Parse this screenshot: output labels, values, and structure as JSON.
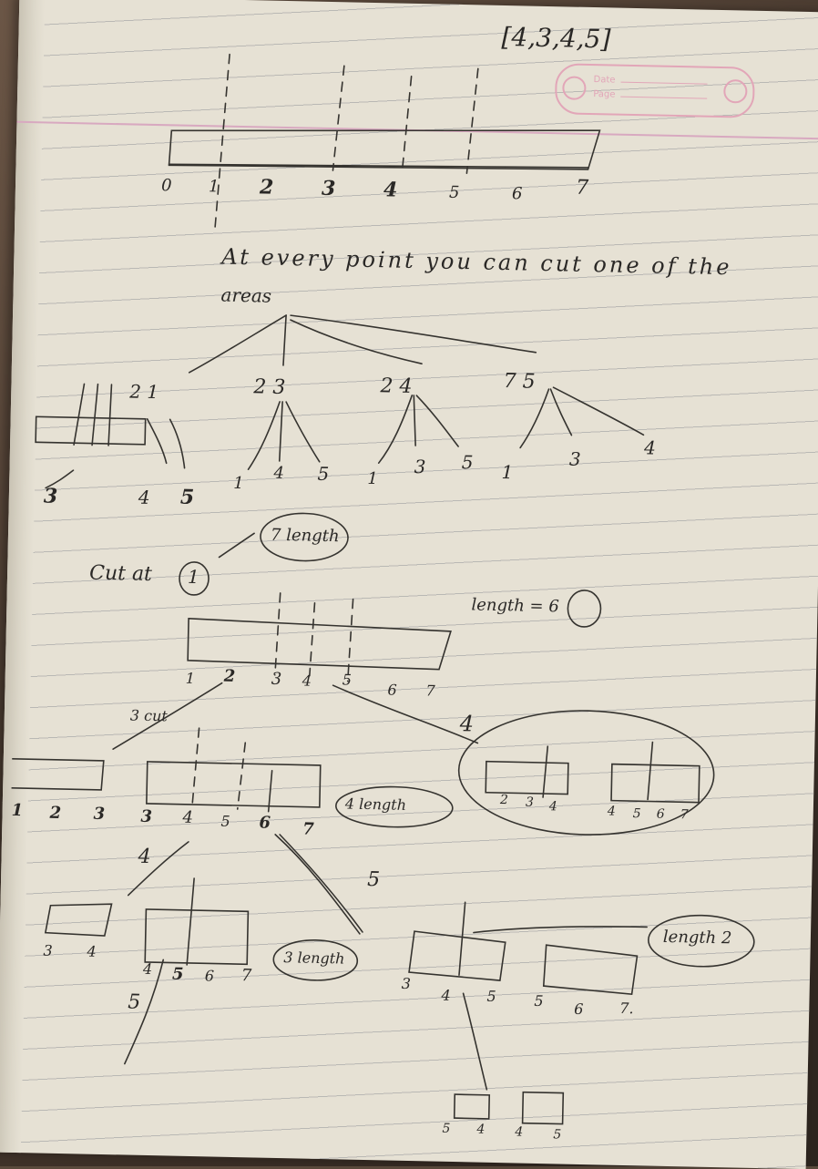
{
  "page": {
    "header_array": "[4,3,4,5]",
    "stamp": {
      "date_label": "Date",
      "page_label": "Page"
    }
  },
  "notes": {
    "main_text": "At every point you can cut one of the",
    "main_text_2": "areas",
    "cut_at_label": "Cut at",
    "cut_at_value": "1",
    "seven_length": "7 length",
    "length_6": "length = 6",
    "three_cut": "3 cut",
    "four_length": "4 length",
    "three_length": "3 length",
    "length_2": "length 2"
  },
  "top_ruler": {
    "ticks": [
      "0",
      "1",
      "2",
      "3",
      "4",
      "5",
      "6",
      "7"
    ]
  },
  "tree_labels": {
    "n1": "2 1",
    "n2": "2 3",
    "n3": "2 4",
    "n4": "7 5",
    "c1a": "3",
    "c1b": "4",
    "c1c": "5",
    "c2a": "1",
    "c2b": "4",
    "c2c": "5",
    "c3a": "1",
    "c3b": "3",
    "c3c": "5",
    "c4a": "1",
    "c4b": "3",
    "c4c": "4"
  },
  "second_ruler": {
    "ticks": [
      "1",
      "2",
      "3",
      "4",
      "5",
      "6",
      "7"
    ]
  },
  "lower": {
    "left_ticks": [
      "1",
      "2",
      "3"
    ],
    "mid_ticks": [
      "3",
      "4",
      "5",
      "6",
      "7"
    ],
    "circle_a": [
      "2",
      "3",
      "4"
    ],
    "circle_b": [
      "4",
      "5",
      "6",
      "7"
    ],
    "edge4": "4",
    "edge4b": "4",
    "edge5": "5",
    "edge5b": "5",
    "box_34": [
      "3",
      "4"
    ],
    "box_4567": [
      "4",
      "5",
      "6",
      "7"
    ],
    "box_345": [
      "3",
      "4",
      "5"
    ],
    "box_567": [
      "5",
      "6",
      "7."
    ],
    "bottom": [
      "5",
      "4",
      "4",
      "5"
    ]
  }
}
